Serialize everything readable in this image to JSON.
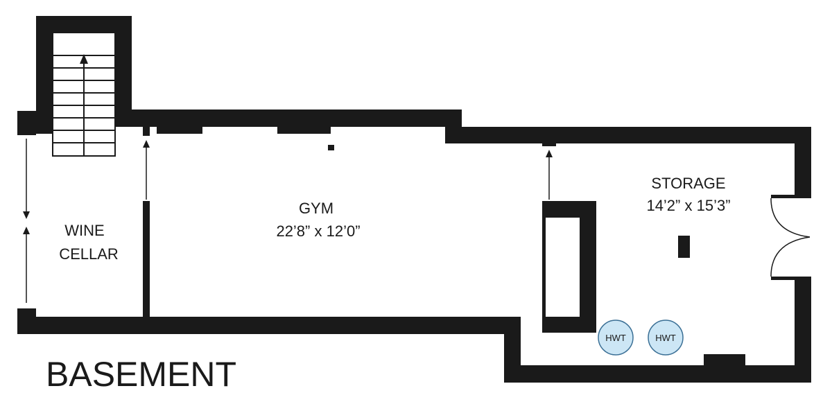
{
  "floor_title": "BASEMENT",
  "rooms": {
    "wine_cellar": {
      "line1": "WINE",
      "line2": "CELLAR"
    },
    "gym": {
      "name": "GYM",
      "dimensions": "22’8” x 12’0”"
    },
    "storage": {
      "name": "STORAGE",
      "dimensions": "14’2” x 15’3”"
    }
  },
  "fixtures": {
    "hwt_1": "HWT",
    "hwt_2": "HWT"
  },
  "colors": {
    "wall": "#1a1a1a",
    "hwt_fill": "#cce6f5",
    "hwt_stroke": "#3a6f95",
    "background": "#ffffff"
  }
}
